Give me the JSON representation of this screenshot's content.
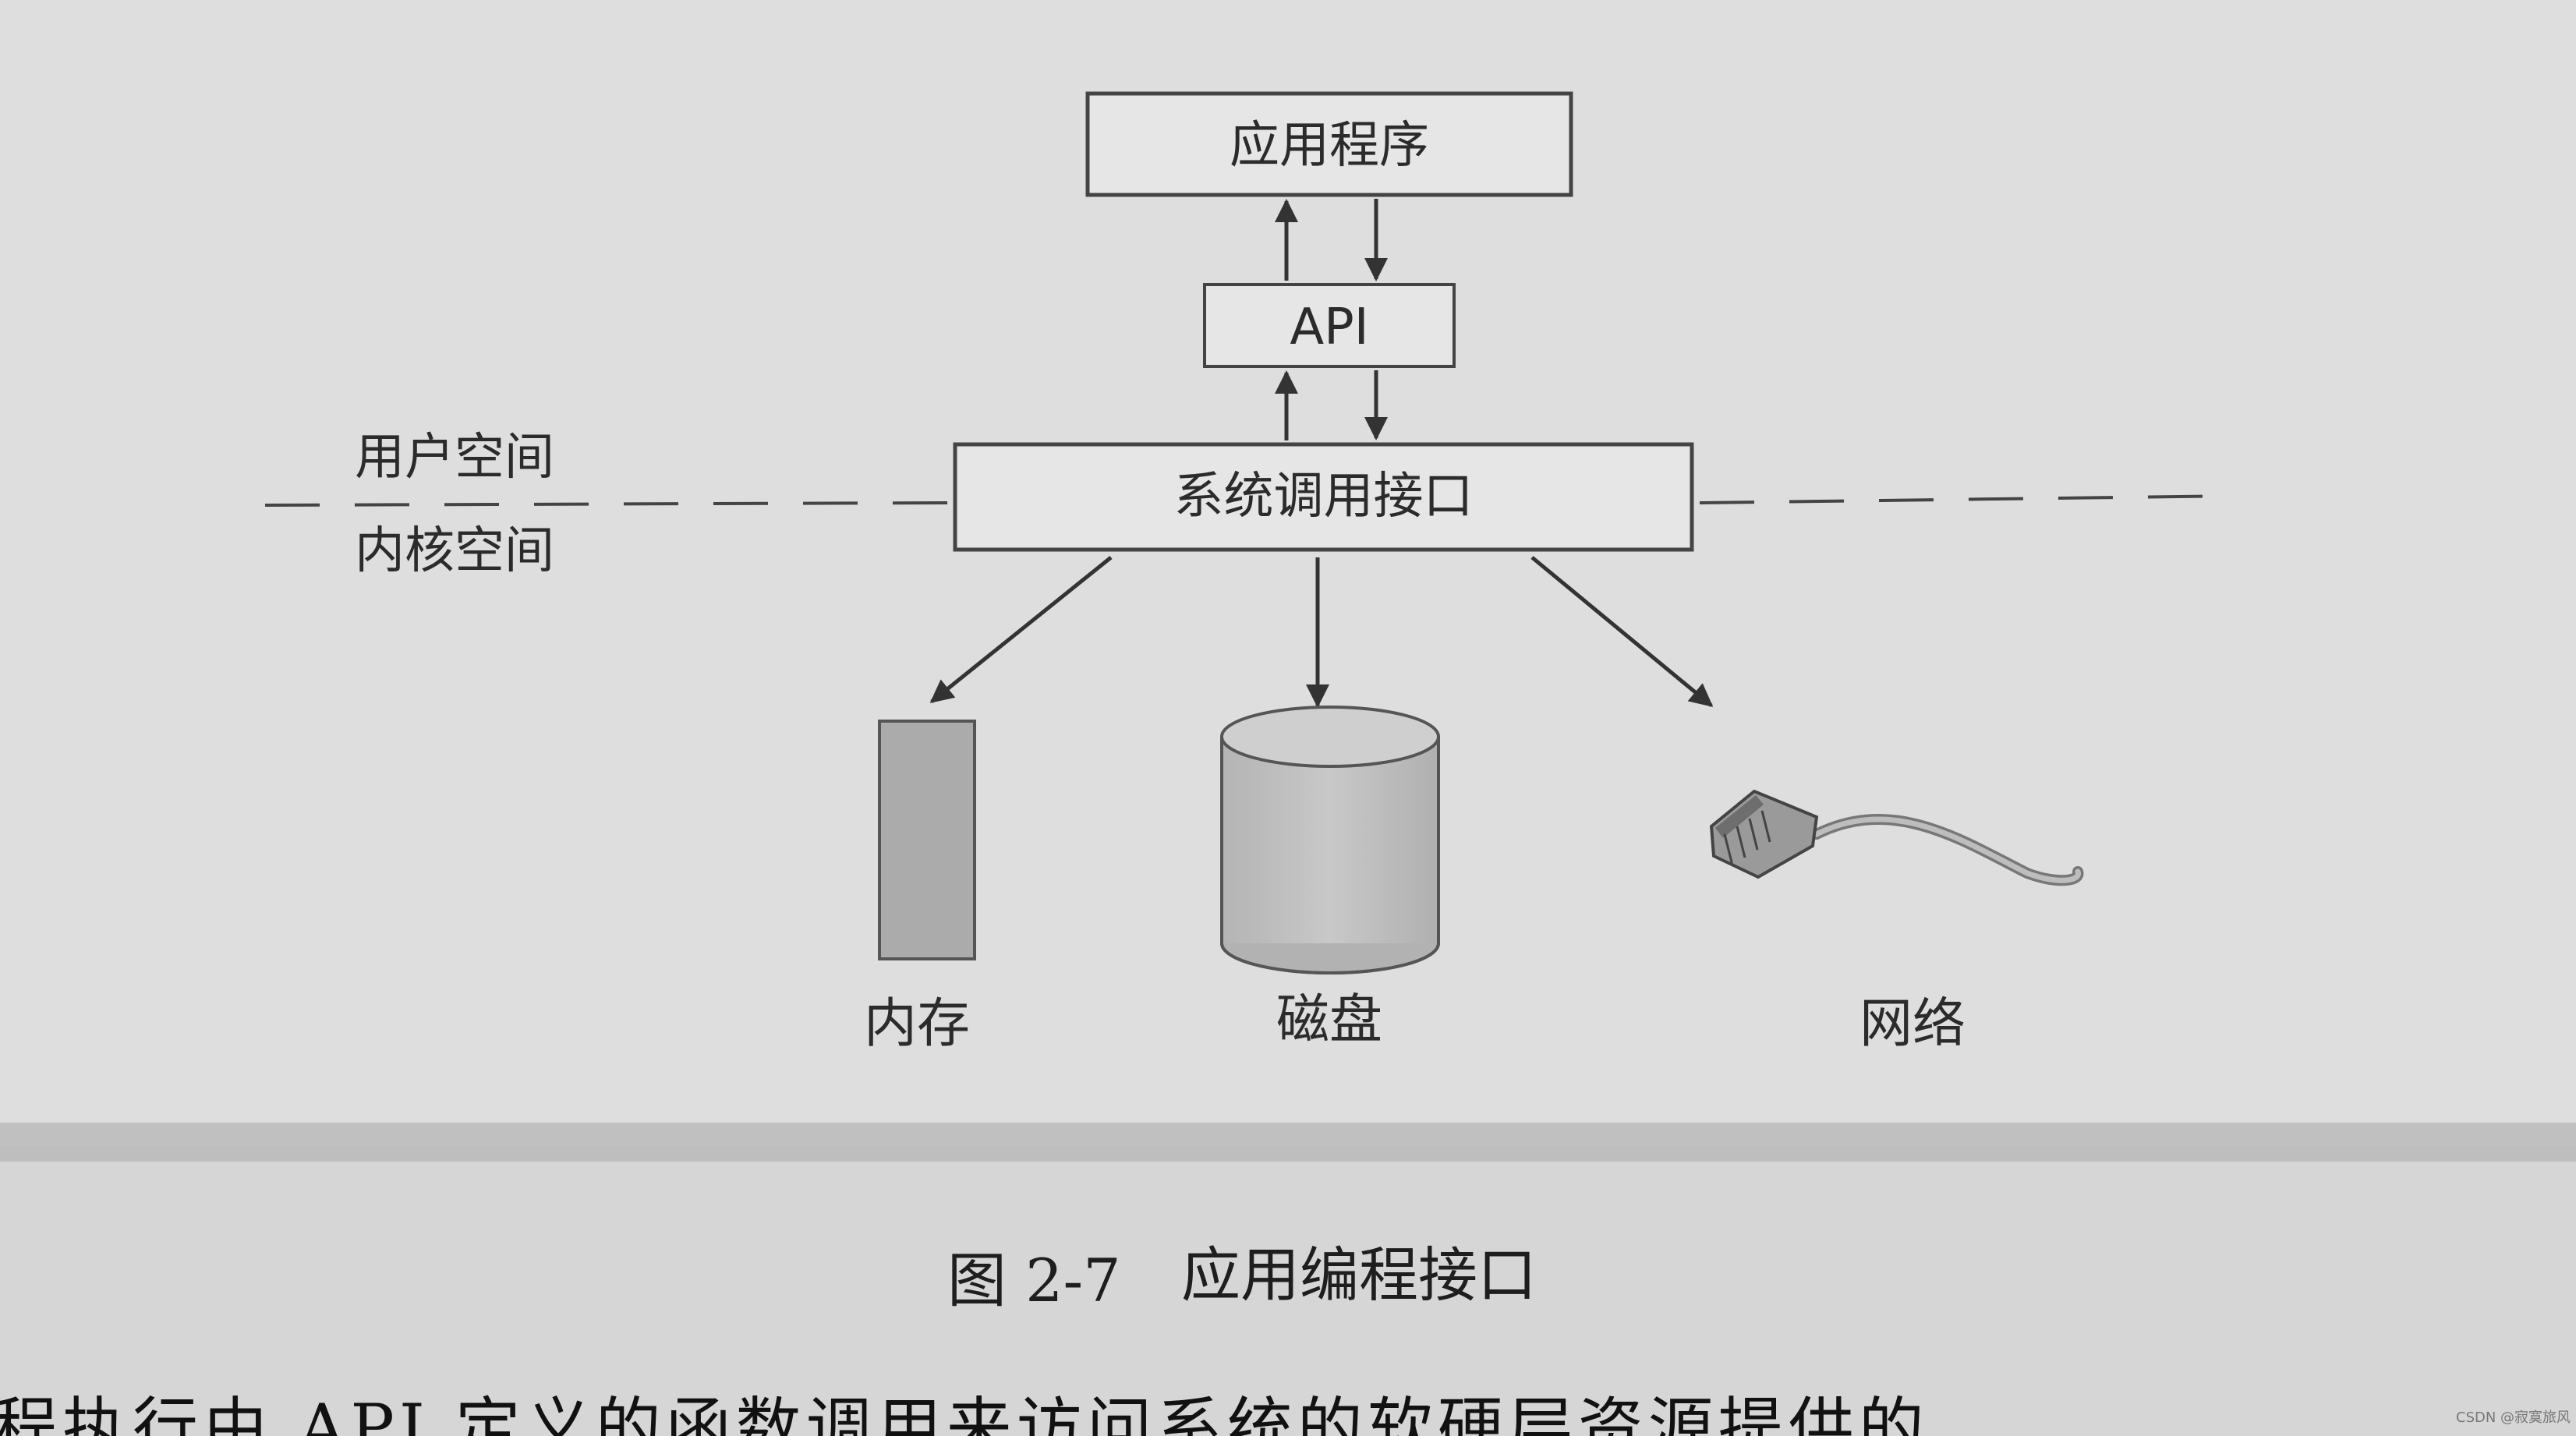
{
  "diagram": {
    "app_box": "应用程序",
    "api_box": "API",
    "syscall_box": "系统调用接口",
    "user_space": "用户空间",
    "kernel_space": "内核空间",
    "devices": {
      "memory": "内存",
      "disk": "磁盘",
      "network": "网络"
    }
  },
  "caption": {
    "figure_number": "图 2-7",
    "title": "应用编程接口"
  },
  "next_page_text": "程执行由 API 定义的函数调用来访问系统的软硬层资源提供的",
  "watermark": "CSDN @寂寞旅风"
}
